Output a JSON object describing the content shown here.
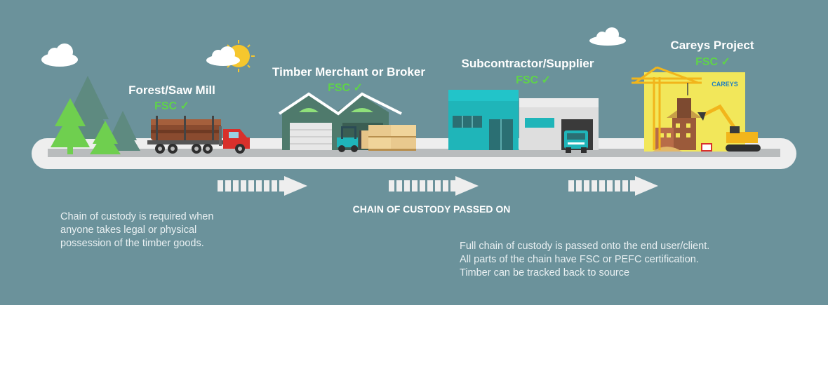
{
  "stages": [
    {
      "title": "Forest/Saw Mill",
      "badge": "FSC ✓"
    },
    {
      "title": "Timber Merchant or Broker",
      "badge": "FSC ✓"
    },
    {
      "title": "Subcontractor/Supplier",
      "badge": "FSC ✓"
    },
    {
      "title": "Careys Project",
      "badge": "FSC ✓"
    }
  ],
  "flow_caption": "CHAIN OF CUSTODY PASSED ON",
  "note_left": "Chain of custody is required when\nanyone takes legal or physical\npossession of the timber goods.",
  "note_right": "Full chain of custody is passed onto the end user/client.\nAll parts of the chain have FSC or PEFC certification.\nTimber can be tracked back to source",
  "site_sign": "CAREYS",
  "colors": {
    "background": "#6b929b",
    "road": "#eeeeee",
    "fsc_green": "#5fd34a",
    "tree_green": "#6fcf4f",
    "truck_red": "#d9302b",
    "warehouse": "#4f7a6c",
    "supplier_teal": "#1fb5b9",
    "site_yellow": "#f2e75a",
    "crane_yellow": "#f2b51b"
  }
}
